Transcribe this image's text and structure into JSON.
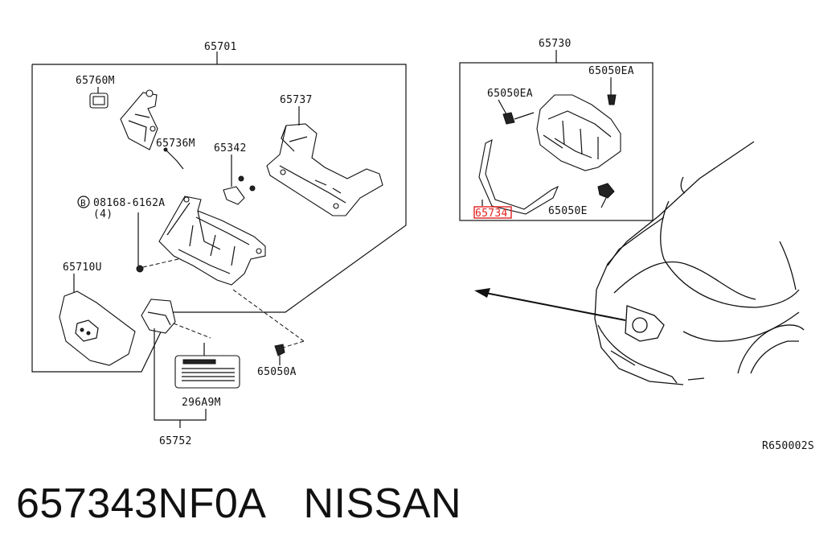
{
  "callouts": {
    "c65701": "65701",
    "c65760M": "65760M",
    "c65737": "65737",
    "c65736M": "65736M",
    "c65342": "65342",
    "c08168": "08168-6162A",
    "c08168_b": "B",
    "c08168_qty": "(4)",
    "c65710U": "65710U",
    "c65050A": "65050A",
    "c296A9M": "296A9M",
    "c65752": "65752",
    "c65730": "65730",
    "c65050EA_top": "65050EA",
    "c65050EA_left": "65050EA",
    "c65734": "65734",
    "c65050E": "65050E"
  },
  "highlight_color": "#e02020",
  "ref_code": "R650002S",
  "footer": {
    "part_number": "657343NF0A",
    "brand": "NISSAN"
  }
}
